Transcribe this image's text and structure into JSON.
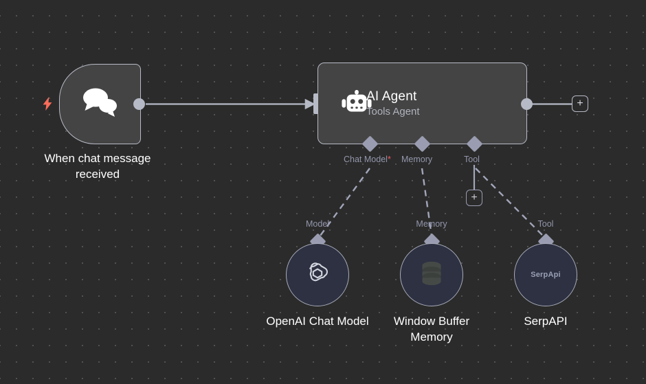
{
  "canvas": {
    "background_color": "#2b2b2b",
    "grid_dot_color": "#555555",
    "accent_trigger_color": "#ff6d5b",
    "connector_color": "#9a9db1",
    "node_fill": "#444444",
    "sub_node_fill": "#2d3142"
  },
  "nodes": {
    "trigger": {
      "title": "When chat message\nreceived",
      "icon": "chat-bubbles-icon",
      "trigger_icon": "lightning-bolt-icon"
    },
    "agent": {
      "title": "AI Agent",
      "subtitle": "Tools Agent",
      "icon": "robot-icon",
      "inputs": [
        {
          "label": "Chat Model",
          "required_marker": "*"
        },
        {
          "label": "Memory",
          "required_marker": ""
        },
        {
          "label": "Tool",
          "required_marker": ""
        }
      ]
    },
    "sub_nodes": [
      {
        "connector_label": "Model",
        "title": "OpenAI Chat Model",
        "icon": "openai-logo-icon",
        "inner_text": ""
      },
      {
        "connector_label": "Memory",
        "title": "Window Buffer\nMemory",
        "icon": "database-icon",
        "inner_text": ""
      },
      {
        "connector_label": "Tool",
        "title": "SerpAPI",
        "icon": "serpapi-wordmark-icon",
        "inner_text": "SerpApi"
      }
    ]
  },
  "buttons": {
    "add_node_right": "+",
    "add_tool": "+"
  }
}
